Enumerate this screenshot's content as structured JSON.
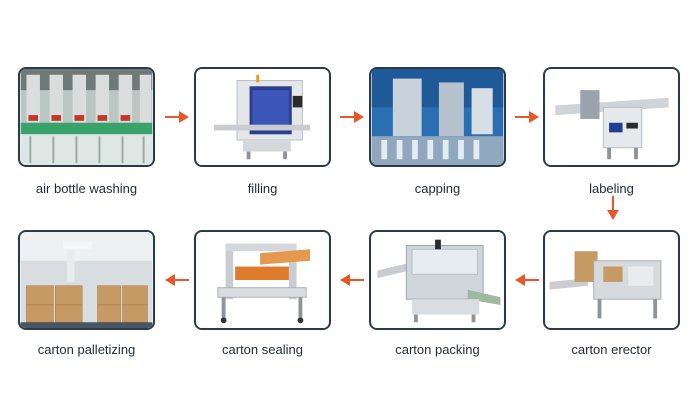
{
  "steps": [
    {
      "label": "air bottle washing"
    },
    {
      "label": "filling"
    },
    {
      "label": "capping"
    },
    {
      "label": "labeling"
    },
    {
      "label": "carton erector"
    },
    {
      "label": "carton packing"
    },
    {
      "label": "carton sealing"
    },
    {
      "label": "carton palletizing"
    }
  ],
  "colors": {
    "arrow": "#e8572a",
    "frame": "#2a3a4d",
    "label": "#1f2a36"
  }
}
